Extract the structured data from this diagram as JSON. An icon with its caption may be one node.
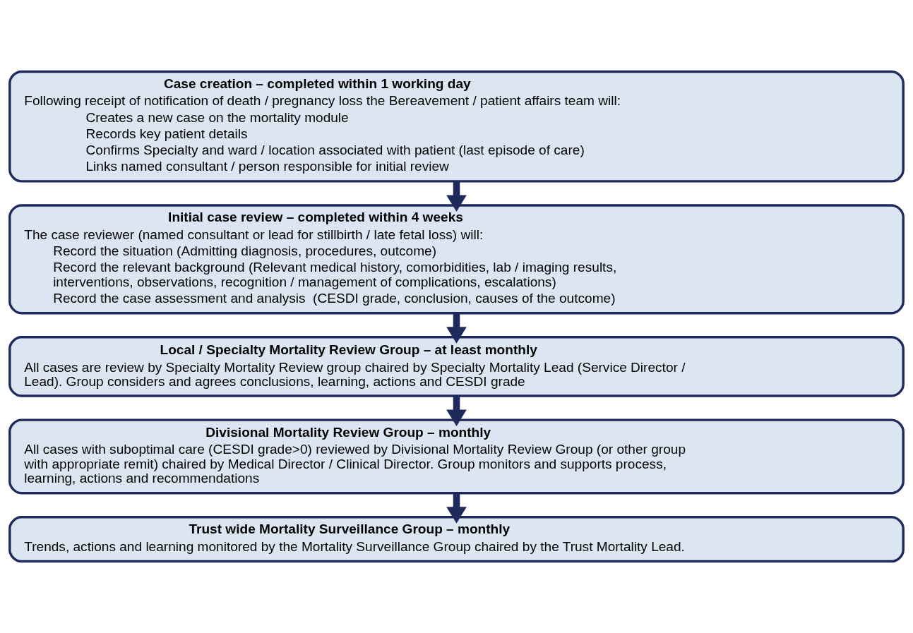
{
  "diagram": {
    "nodes": [
      {
        "text": [
          "Case creation – completed within 1 working day",
          "Following receipt of notification of death / pregnancy loss the Bereavement / patient affairs team will:",
          "Creates a new case on the mortality module",
          "Records key patient details",
          "Confirms Specialty and ward / location associated with patient (last episode of care)",
          "Links named consultant / person responsible for initial review"
        ]
      },
      {
        "text": [
          "Initial case review – completed within 4 weeks",
          "The case reviewer (named consultant or lead for stillbirth / late fetal loss) will:",
          "Record the situation (Admitting diagnosis, procedures, outcome)",
          "Record the relevant background (Relevant medical history, comorbidities, lab / imaging results, interventions, observations, recognition / management of complications, escalations)",
          "Record the case assessment and analysis  (CESDI grade, conclusion, causes of the outcome)"
        ]
      },
      {
        "text": [
          "Local / Specialty Mortality Review Group – at least monthly",
          "All cases are review by Specialty Mortality Review group chaired by Specialty Mortality Lead (Service Director / Lead). Group considers and agrees conclusions, learning, actions and CESDI grade"
        ]
      },
      {
        "text": [
          "Divisional Mortality Review Group – monthly",
          "All cases with suboptimal care (CESDI grade>0) reviewed by Divisional Mortality Review Group (or other group with appropriate remit) chaired by Medical Director / Clinical Director. Group monitors and supports process, learning, actions and recommendations"
        ]
      },
      {
        "text": [
          "Trust wide Mortality Surveillance Group – monthly",
          "Trends, actions and learning monitored by the Mortality Surveillance Group chaired by the Trust Mortality Lead."
        ]
      }
    ],
    "edges": [
      {
        "from": 0,
        "to": 1,
        "arrow": "to"
      },
      {
        "from": 1,
        "to": 2,
        "arrow": "to"
      },
      {
        "from": 2,
        "to": 3,
        "arrow": "to"
      },
      {
        "from": 3,
        "to": 4,
        "arrow": "to"
      }
    ]
  }
}
